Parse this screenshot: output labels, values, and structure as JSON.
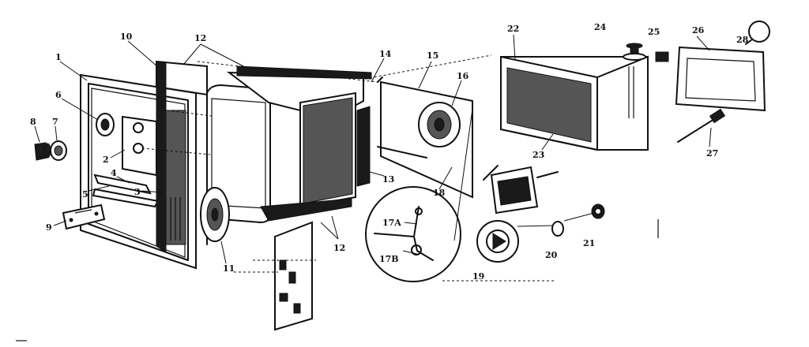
{
  "diagram": {
    "callouts": [
      {
        "id": "c1",
        "text": "1"
      },
      {
        "id": "c2",
        "text": "2"
      },
      {
        "id": "c3",
        "text": "3"
      },
      {
        "id": "c4",
        "text": "4"
      },
      {
        "id": "c5",
        "text": "5"
      },
      {
        "id": "c6",
        "text": "6"
      },
      {
        "id": "c7",
        "text": "7"
      },
      {
        "id": "c8",
        "text": "8"
      },
      {
        "id": "c9",
        "text": "9"
      },
      {
        "id": "c10",
        "text": "10"
      },
      {
        "id": "c11",
        "text": "11"
      },
      {
        "id": "c12a",
        "text": "12"
      },
      {
        "id": "c12b",
        "text": "12"
      },
      {
        "id": "c13",
        "text": "13"
      },
      {
        "id": "c14",
        "text": "14"
      },
      {
        "id": "c15",
        "text": "15"
      },
      {
        "id": "c16",
        "text": "16"
      },
      {
        "id": "c17a",
        "text": "17A"
      },
      {
        "id": "c17b",
        "text": "17B"
      },
      {
        "id": "c18",
        "text": "18"
      },
      {
        "id": "c19",
        "text": "19"
      },
      {
        "id": "c20",
        "text": "20"
      },
      {
        "id": "c21",
        "text": "21"
      },
      {
        "id": "c22",
        "text": "22"
      },
      {
        "id": "c23",
        "text": "23"
      },
      {
        "id": "c24",
        "text": "24"
      },
      {
        "id": "c25",
        "text": "25"
      },
      {
        "id": "c26",
        "text": "26"
      },
      {
        "id": "c27",
        "text": "27"
      },
      {
        "id": "c28",
        "text": "28"
      }
    ]
  },
  "colors": {
    "ink": "#111111",
    "paper": "#ffffff"
  }
}
